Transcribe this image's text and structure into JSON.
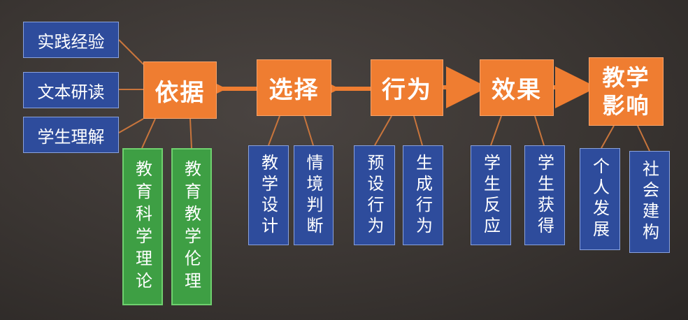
{
  "inputs": [
    "实践经验",
    "文本研读",
    "学生理解"
  ],
  "main": {
    "basis": "依据",
    "choice": "选择",
    "behavior": "行为",
    "effect": "效果",
    "impact": "教学\n影响"
  },
  "basis_sub": [
    "教育科学理论",
    "教育教学伦理"
  ],
  "choice_sub": [
    "教学设计",
    "情境判断"
  ],
  "behavior_sub": [
    "预设行为",
    "生成行为"
  ],
  "effect_sub": [
    "学生反应",
    "学生获得"
  ],
  "impact_sub": [
    "个人发展",
    "社会建构"
  ],
  "colors": {
    "orange": "#ef7d31",
    "blue": "#2e4c9c",
    "green": "#3e9f44",
    "line": "#c9753c"
  }
}
